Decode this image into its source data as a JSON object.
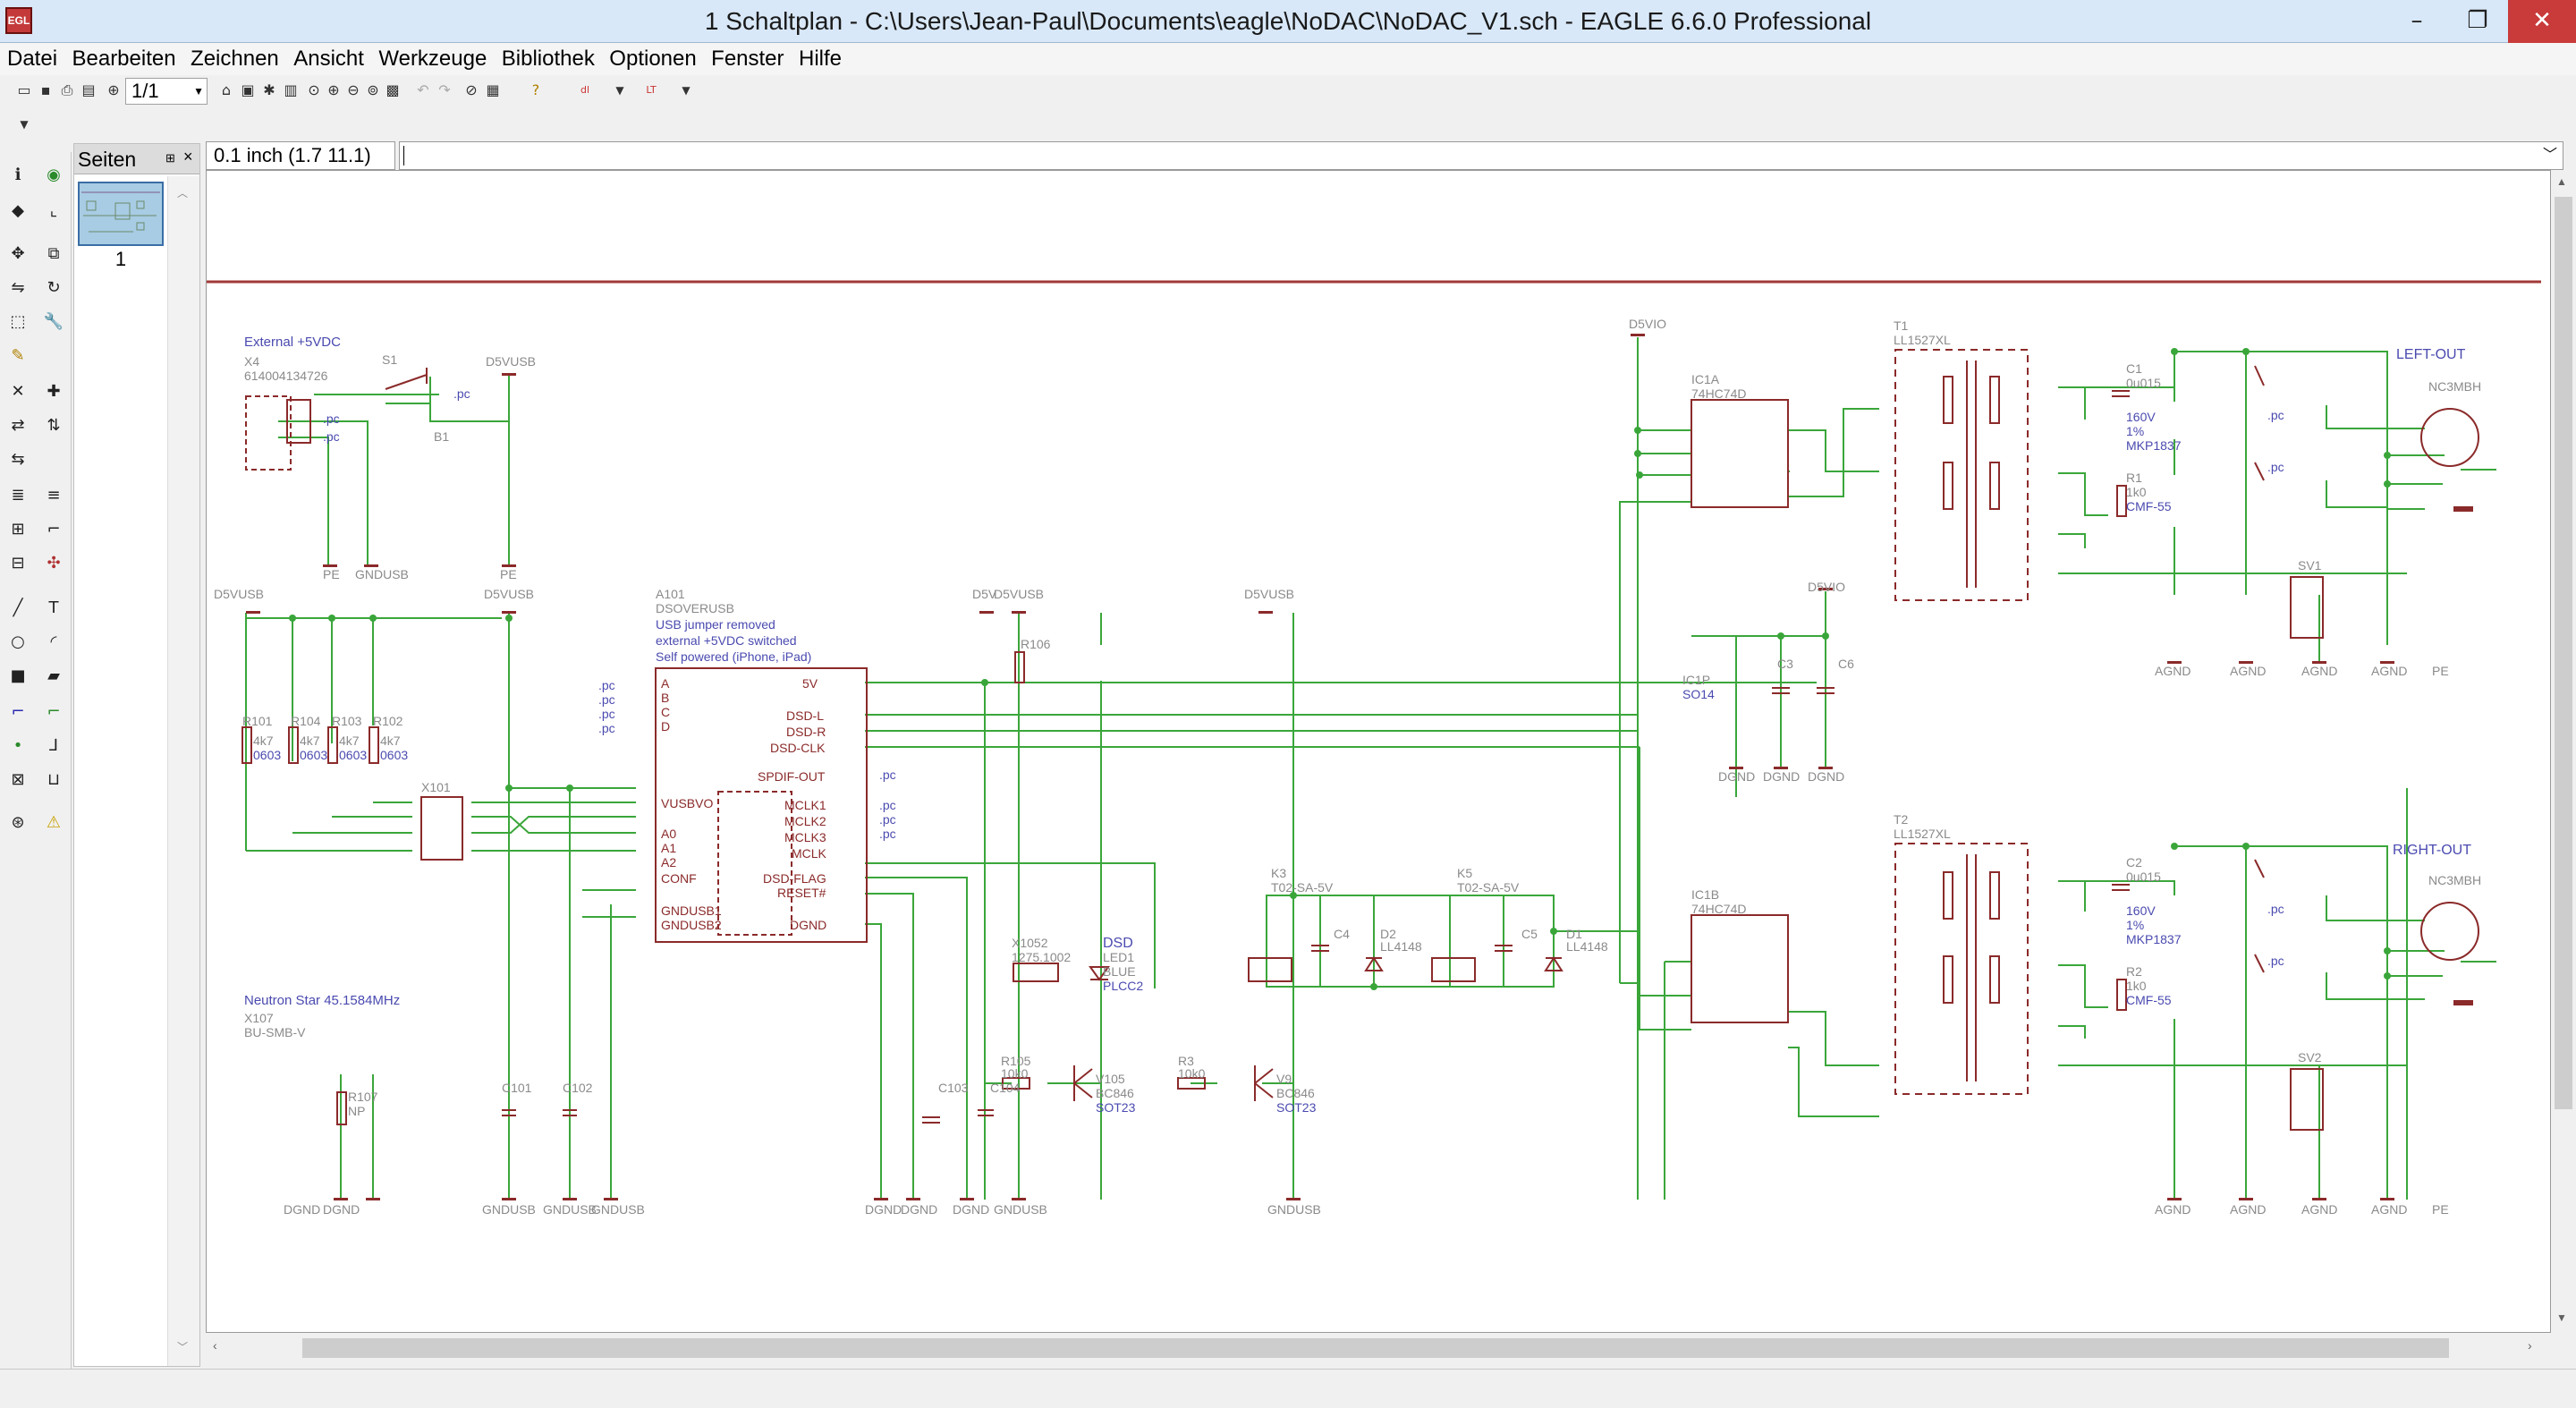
{
  "window": {
    "title": "1 Schaltplan - C:\\Users\\Jean-Paul\\Documents\\eagle\\NoDAC\\NoDAC_V1.sch - EAGLE 6.6.0 Professional",
    "app_icon_text": "EGL"
  },
  "menu": [
    "Datei",
    "Bearbeiten",
    "Zeichnen",
    "Ansicht",
    "Werkzeuge",
    "Bibliothek",
    "Optionen",
    "Fenster",
    "Hilfe"
  ],
  "toolbar": {
    "zoom_value": "1/1"
  },
  "pages_panel": {
    "title": "Seiten",
    "page_number": "1"
  },
  "coordinate": "0.1 inch (1.7 11.1)",
  "command_input": "",
  "schematic": {
    "labels": {
      "ext5v": "External +5VDC",
      "x4": "X4",
      "x4_part": "614004134726",
      "s1": "S1",
      "b1": "B1",
      "d5vusb": "D5VUSB",
      "d5vio": "D5VIO",
      "d5v": "D5V",
      "pe": "PE",
      "gndusb": "GNDUSB",
      "dgnd": "DGND",
      "agnd": "AGND",
      "a101": "A101",
      "a101_part": "DSOVERUSB",
      "a101_n1": "USB jumper removed",
      "a101_n2": "external +5VDC switched",
      "a101_n3": "Self powered (iPhone, iPad)",
      "ic1a": "IC1A",
      "ic1b": "IC1B",
      "ic1p": "IC1P",
      "hc74": "74HC74D",
      "so14": "SO14",
      "t1": "T1",
      "t2": "T2",
      "ll1527": "LL1527XL",
      "left_out": "LEFT-OUT",
      "right_out": "RIGHT-OUT",
      "nc3mbh": "NC3MBH",
      "neutron": "Neutron Star 45.1584MHz",
      "x107": "X107",
      "x107_part": "BU-SMB-V",
      "dsd": "DSD",
      "led1": "LED1",
      "blue": "BLUE",
      "plcc2": "PLCC2",
      "x1052": "X1052",
      "x1052_part": "1275.1002",
      "x101": "X101",
      "k3": "K3",
      "k5": "K5",
      "relay": "T02-SA-5V",
      "r101": "R101",
      "r104": "R104",
      "r103": "R103",
      "r102": "R102",
      "r4k7": "4k7",
      "r0603": "0603",
      "r106": "R106",
      "r105": "R105",
      "r3": "R3",
      "r10k0": "10k0",
      "v105": "V105",
      "v9": "V9",
      "bc846": "BC846",
      "sot23": "SOT23",
      "c1": "C1",
      "c2": "C2",
      "c0015": "0u015",
      "v160": "160V",
      "pct1": "1%",
      "mkp": "MKP1837",
      "r1": "R1",
      "r2": "R2",
      "r1k0": "1k0",
      "cmf": "CMF-55",
      "sv1": "SV1",
      "sv2": "SV2",
      "c101": "C101",
      "c102": "C102",
      "c103": "C103",
      "c104": "C104",
      "c3": "C3",
      "c6": "C6",
      "c4": "C4",
      "c5": "C5",
      "d1": "D1",
      "d2": "D2",
      "ll4148": "LL4148",
      "r107": "R107",
      "np": "NP"
    },
    "pin_names_a101": [
      "5V",
      "DSD-L",
      "DSD-R",
      "DSD-CLK",
      "SPDIF-OUT",
      "MCLK1",
      "MCLK2",
      "MCLK3",
      "MCLK",
      "DSD-FLAG",
      "RESET#",
      "DGND"
    ],
    "pin_names_a101_left": [
      "A",
      "B",
      "C",
      "D",
      "VUSBVO",
      "A0",
      "A1",
      "A2",
      "CONF",
      "GNDUSB1",
      "GNDUSB2"
    ],
    "net_pc": ".pc"
  },
  "colors": {
    "wire": "#3aa63a",
    "symbol": "#8b2a2a",
    "text_purple": "#4a4ab0",
    "text_gray": "#8a8a8a",
    "frame_line": "#a33838"
  }
}
